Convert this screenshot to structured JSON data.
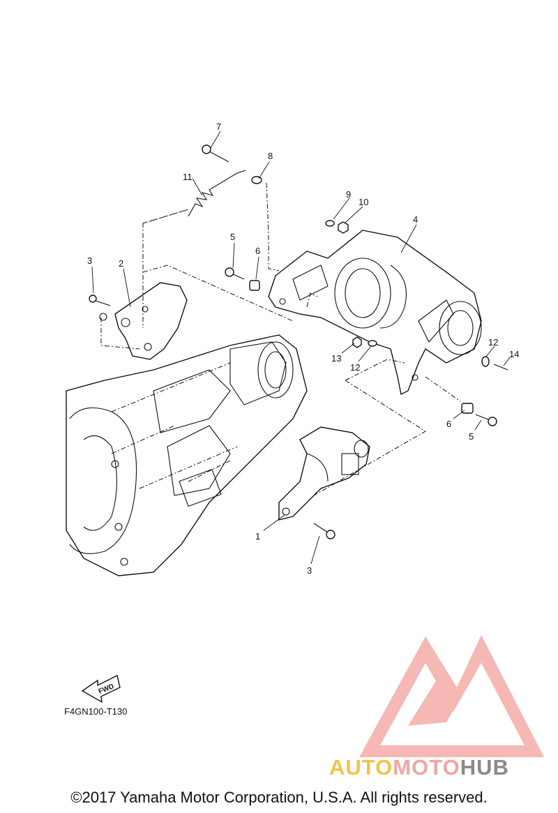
{
  "callouts": {
    "c1": "1",
    "c2": "2",
    "c3a": "3",
    "c3b": "3",
    "c4": "4",
    "c5a": "5",
    "c5b": "5",
    "c6a": "6",
    "c6b": "6",
    "c7": "7",
    "c8": "8",
    "c9": "9",
    "c10": "10",
    "c11": "11",
    "c12a": "12",
    "c12b": "12",
    "c13": "13",
    "c14": "14"
  },
  "fwd_label": "FWD",
  "diagram_code": "F4GN100-T130",
  "watermark": {
    "part1": "AUTO",
    "part2": "MOTO",
    "part3": "HUB",
    "colors": {
      "auto": "#f4c24a",
      "moto": "#f2a5a0",
      "hub": "#8a8a8a",
      "logo": "#f08a85"
    }
  },
  "copyright": "©2017 Yamaha Motor Corporation, U.S.A. All rights reserved."
}
